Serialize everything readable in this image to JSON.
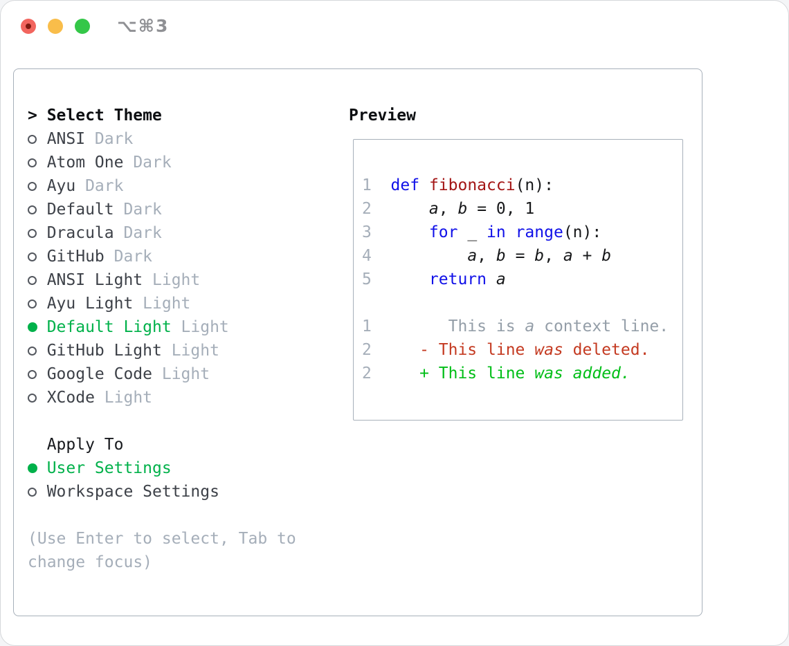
{
  "window": {
    "shortcut_label": "⌥⌘3"
  },
  "colors": {
    "accent_green": "#00b14a",
    "diff_add": "#00be17",
    "diff_del": "#c43a21",
    "keyword_blue": "#1010e8",
    "function_red": "#a31515",
    "muted_gray": "#a5aeb9",
    "text_dark": "#3d4148",
    "border_gray": "#a7b0ba",
    "titlebar_gray": "#8f9094",
    "tl_red": "#f2655e",
    "tl_red_dot": "#7f1a10",
    "tl_yellow": "#f9bd4a",
    "tl_green": "#34c748"
  },
  "theme_selector": {
    "header_marker": ">",
    "header": "Select Theme",
    "items": [
      {
        "name": "ANSI",
        "variant": "Dark",
        "selected": false
      },
      {
        "name": "Atom One",
        "variant": "Dark",
        "selected": false
      },
      {
        "name": "Ayu",
        "variant": "Dark",
        "selected": false
      },
      {
        "name": "Default",
        "variant": "Dark",
        "selected": false
      },
      {
        "name": "Dracula",
        "variant": "Dark",
        "selected": false
      },
      {
        "name": "GitHub",
        "variant": "Dark",
        "selected": false
      },
      {
        "name": "ANSI Light",
        "variant": "Light",
        "selected": false
      },
      {
        "name": "Ayu Light",
        "variant": "Light",
        "selected": false
      },
      {
        "name": "Default Light",
        "variant": "Light",
        "selected": true
      },
      {
        "name": "GitHub Light",
        "variant": "Light",
        "selected": false
      },
      {
        "name": "Google Code",
        "variant": "Light",
        "selected": false
      },
      {
        "name": "XCode",
        "variant": "Light",
        "selected": false
      }
    ]
  },
  "apply_to": {
    "header": "Apply To",
    "options": [
      {
        "label": "User Settings",
        "selected": true
      },
      {
        "label": "Workspace Settings",
        "selected": false
      }
    ]
  },
  "help_text": [
    "(Use Enter to select, Tab to",
    "change focus)"
  ],
  "preview": {
    "title": "Preview",
    "lines": [
      {
        "num": "1",
        "tokens": [
          {
            "t": "def",
            "s": "kw"
          },
          {
            "t": " "
          },
          {
            "t": "fibonacci",
            "s": "fn"
          },
          {
            "t": "(n):"
          }
        ]
      },
      {
        "num": "2",
        "tokens": [
          {
            "t": "    "
          },
          {
            "t": "a",
            "s": "var"
          },
          {
            "t": ", "
          },
          {
            "t": "b",
            "s": "var"
          },
          {
            "t": " = 0, 1"
          }
        ]
      },
      {
        "num": "3",
        "tokens": [
          {
            "t": "    "
          },
          {
            "t": "for",
            "s": "kw"
          },
          {
            "t": " _ "
          },
          {
            "t": "in",
            "s": "kw"
          },
          {
            "t": " "
          },
          {
            "t": "range",
            "s": "kw"
          },
          {
            "t": "(n):"
          }
        ]
      },
      {
        "num": "4",
        "tokens": [
          {
            "t": "        "
          },
          {
            "t": "a",
            "s": "var"
          },
          {
            "t": ", "
          },
          {
            "t": "b",
            "s": "var"
          },
          {
            "t": " = "
          },
          {
            "t": "b",
            "s": "var"
          },
          {
            "t": ", "
          },
          {
            "t": "a",
            "s": "var"
          },
          {
            "t": " + "
          },
          {
            "t": "b",
            "s": "var"
          }
        ]
      },
      {
        "num": "5",
        "tokens": [
          {
            "t": "    "
          },
          {
            "t": "return",
            "s": "kw"
          },
          {
            "t": " "
          },
          {
            "t": "a",
            "s": "var"
          }
        ]
      },
      {
        "num": "",
        "tokens": []
      },
      {
        "num": "1",
        "tokens": [
          {
            "t": "      This is ",
            "s": "ctx"
          },
          {
            "t": "a",
            "s": "ctx-i"
          },
          {
            "t": " context line.",
            "s": "ctx"
          }
        ]
      },
      {
        "num": "2",
        "tokens": [
          {
            "t": "   - This line ",
            "s": "del"
          },
          {
            "t": "was",
            "s": "del-i"
          },
          {
            "t": " deleted.",
            "s": "del"
          }
        ]
      },
      {
        "num": "2",
        "tokens": [
          {
            "t": "   + This line ",
            "s": "add"
          },
          {
            "t": "was",
            "s": "add-i"
          },
          {
            "t": " "
          },
          {
            "t": "added.",
            "s": "add-i"
          }
        ]
      }
    ]
  }
}
